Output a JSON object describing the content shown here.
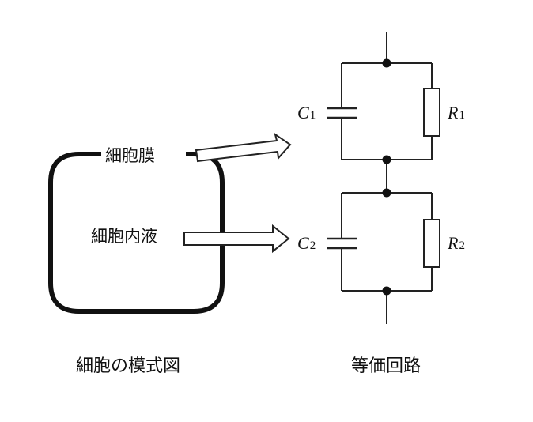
{
  "cell_diagram": {
    "membrane_label": "細胞膜",
    "fluid_label": "細胞内液",
    "caption": "細胞の模式図"
  },
  "circuit": {
    "caption": "等価回路",
    "c1": {
      "symbol": "C",
      "sub": "1"
    },
    "r1": {
      "symbol": "R",
      "sub": "1"
    },
    "c2": {
      "symbol": "C",
      "sub": "2"
    },
    "r2": {
      "symbol": "R",
      "sub": "2"
    }
  }
}
